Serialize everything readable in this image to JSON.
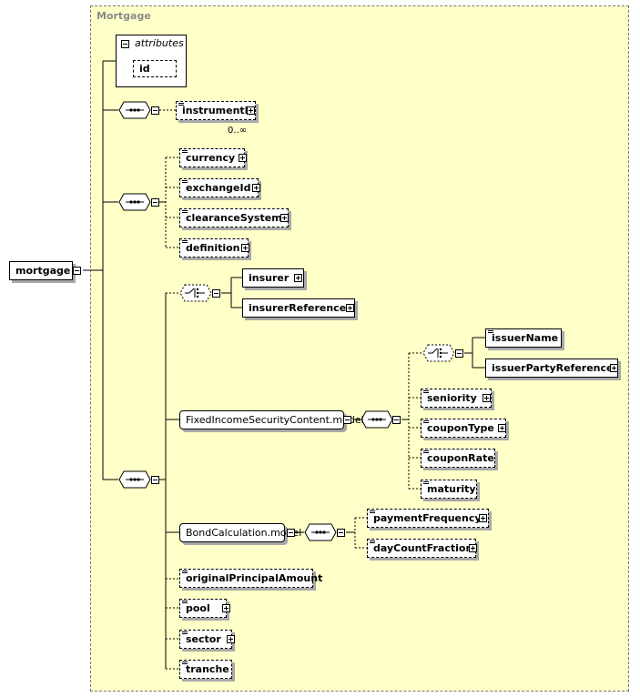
{
  "group": {
    "title": "Mortgage"
  },
  "root": {
    "label": "mortgage"
  },
  "attributes": {
    "label": "attributes",
    "items": [
      "id"
    ]
  },
  "elements": {
    "instrumentId": "instrumentId",
    "instrumentId_occurs": "0..∞",
    "currency": "currency",
    "exchangeId": "exchangeId",
    "clearanceSystem": "clearanceSystem",
    "definition": "definition",
    "insurer": "insurer",
    "insurerReference": "insurerReference",
    "fixedIncomeModel": "FixedIncomeSecurityContent.model",
    "issuerName": "issuerName",
    "issuerPartyReference": "issuerPartyReference",
    "seniority": "seniority",
    "couponType": "couponType",
    "couponRate": "couponRate",
    "maturity": "maturity",
    "bondCalcModel": "BondCalculation.model",
    "paymentFrequency": "paymentFrequency",
    "dayCountFraction": "dayCountFraction",
    "originalPrincipalAmount": "originalPrincipalAmount",
    "pool": "pool",
    "sector": "sector",
    "tranche": "tranche"
  },
  "colors": {
    "group_bg": "#ffffc8",
    "shadow": "#a8a8a8"
  }
}
